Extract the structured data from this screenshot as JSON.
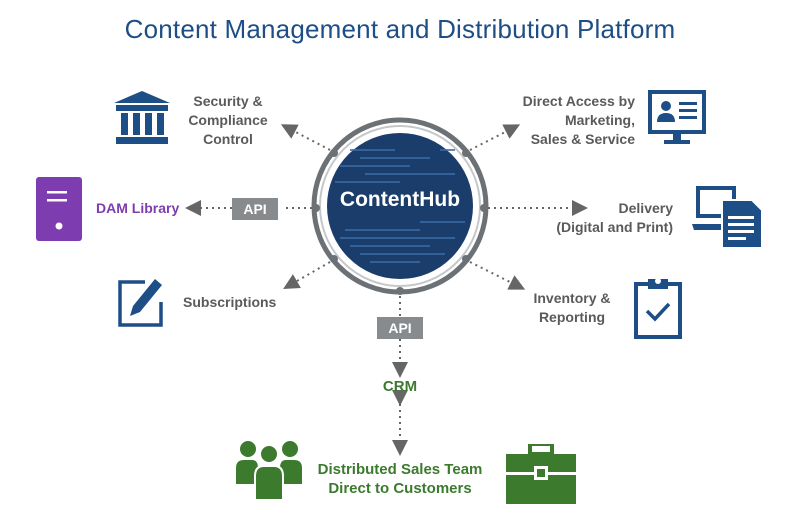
{
  "title": "Content Management and Distribution Platform",
  "hub": {
    "label": "ContentHub"
  },
  "nodes": {
    "security": {
      "line1": "Security &",
      "line2": "Compliance",
      "line3": "Control",
      "icon": "bank-icon"
    },
    "dam": {
      "label": "DAM Library",
      "icon": "server-icon"
    },
    "subscriptions": {
      "label": "Subscriptions",
      "icon": "edit-pencil-icon"
    },
    "direct_access": {
      "line1": "Direct Access by",
      "line2": "Marketing,",
      "line3": "Sales & Service",
      "icon": "user-profile-monitor-icon"
    },
    "delivery": {
      "line1": "Delivery",
      "line2": "(Digital and Print)",
      "icon": "laptop-document-icon"
    },
    "inventory": {
      "line1": "Inventory &",
      "line2": "Reporting",
      "icon": "clipboard-check-icon"
    },
    "crm": {
      "label": "CRM"
    },
    "sales_team": {
      "line1": "Distributed Sales Team",
      "line2": "Direct to Customers",
      "icon": "team-people-icon"
    },
    "briefcase": {
      "icon": "briefcase-icon"
    }
  },
  "api_labels": {
    "left": "API",
    "bottom": "API"
  },
  "colors": {
    "navy": "#1d4e86",
    "purple": "#7d3db0",
    "green": "#3c7a2e",
    "gray_text": "#5a5a5a",
    "api_gray": "#888b8d"
  }
}
